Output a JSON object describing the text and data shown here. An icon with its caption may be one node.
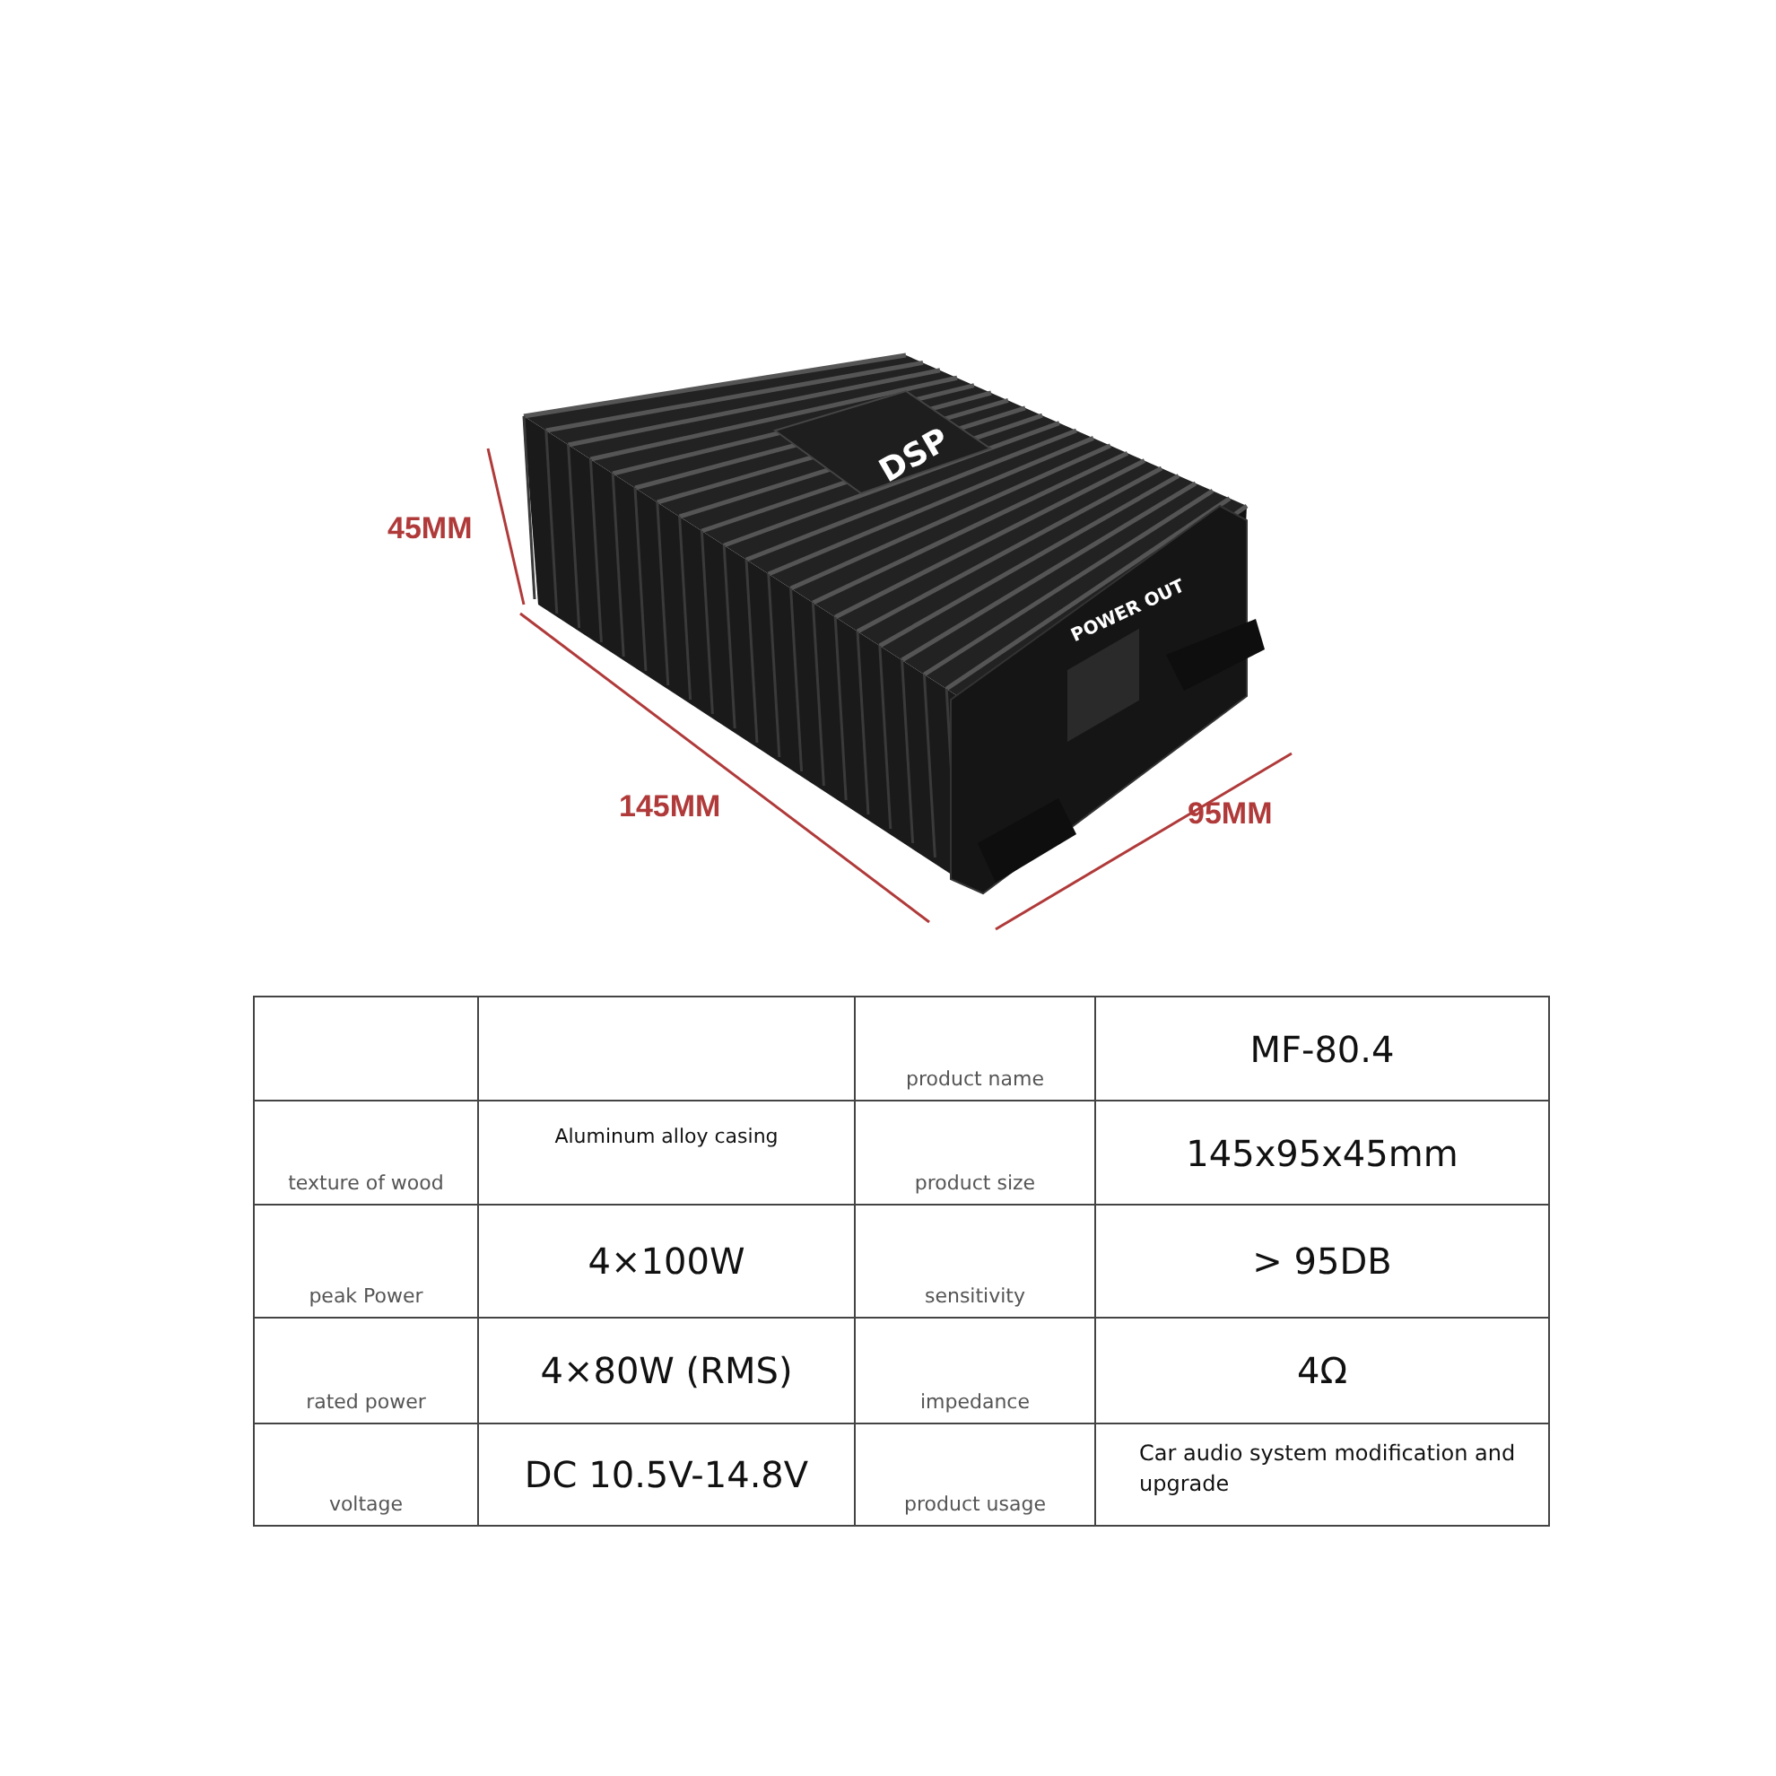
{
  "diagram": {
    "labels": [
      "DSP",
      "POWER OUT",
      "45MM",
      "145MM",
      "95MM",
      "product name",
      "MF-80.4",
      "texture of wood",
      "Aluminum alloy casing",
      "product size",
      "145x95x45mm",
      "peak Power",
      "4×100W",
      "sensitivity",
      "> 95DB",
      "rated power",
      "4×80W (RMS)",
      "impedance",
      "4Ω",
      "voltage",
      "DC 10.5V-14.8V",
      "product usage",
      "Car audio system modification and upgrade"
    ]
  }
}
